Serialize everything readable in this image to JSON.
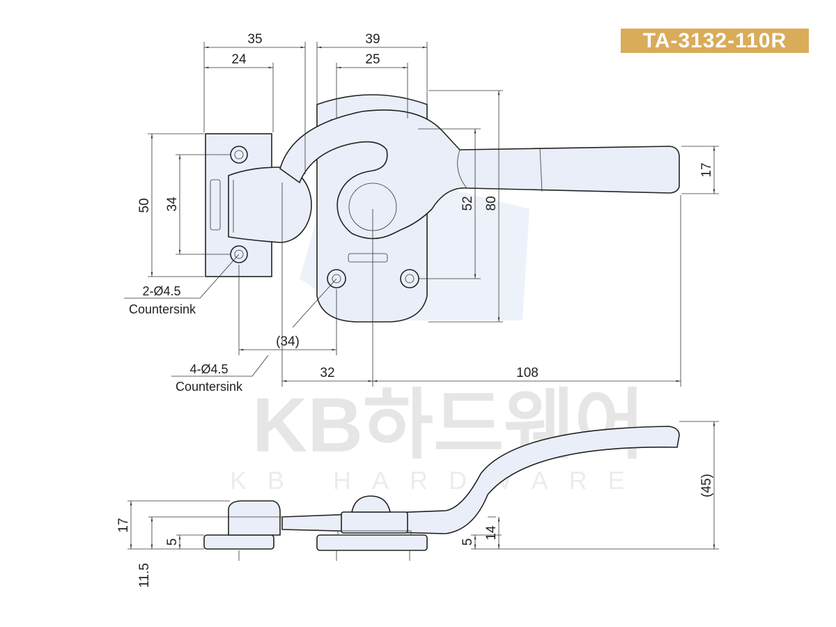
{
  "model": "TA-3132-110R",
  "watermark": {
    "korean": "KB하드웨어",
    "english": "KB HARDWARE"
  },
  "colors": {
    "badge": "#d9ac5a",
    "part_fill": "#e9eef8",
    "line": "#222222"
  },
  "top_view": {
    "dims": {
      "d35": "35",
      "d24": "24",
      "d39": "39",
      "d25": "25",
      "d50": "50",
      "d34v": "34",
      "d52": "52",
      "d80": "80",
      "d17": "17",
      "d34h": "(34)",
      "d32": "32",
      "d108": "108"
    },
    "notes": {
      "strike_holes": "2-Ø4.5",
      "strike_holes_type": "Countersink",
      "base_holes": "4-Ø4.5",
      "base_holes_type": "Countersink"
    }
  },
  "side_view": {
    "dims": {
      "d17": "17",
      "d11_5": "11.5",
      "d5_left": "5",
      "d5_right": "5",
      "d14": "14",
      "d45": "(45)"
    }
  }
}
